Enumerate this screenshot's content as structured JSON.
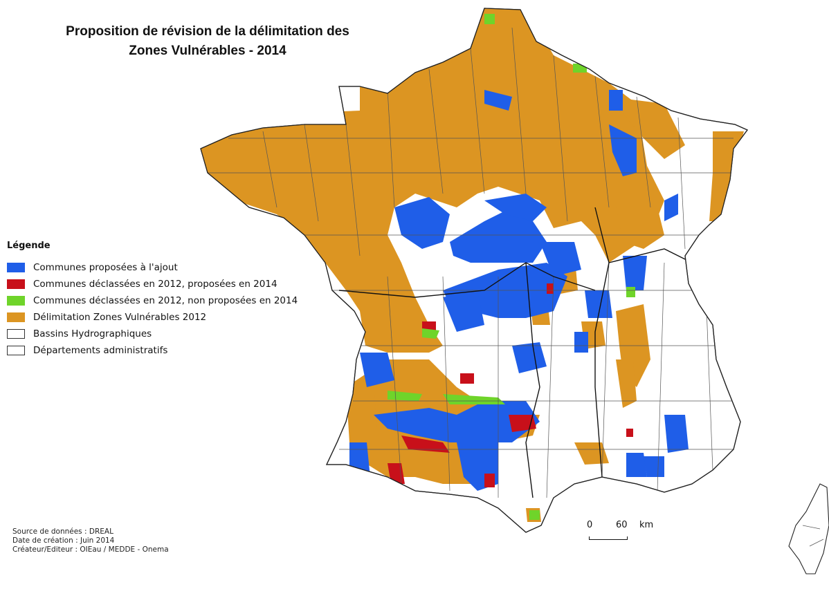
{
  "title": {
    "line1": "Proposition de révision de la délimitation des",
    "line2": "Zones Vulnérables - 2014"
  },
  "legend": {
    "title": "Légende",
    "items": [
      {
        "label": "Communes proposées à l'ajout",
        "color": "#1f5ee8",
        "type": "fill"
      },
      {
        "label": "Communes déclassées en 2012, proposées en 2014",
        "color": "#c8101a",
        "type": "fill"
      },
      {
        "label": "Communes déclassées en 2012, non proposées en 2014",
        "color": "#6fd42a",
        "type": "fill"
      },
      {
        "label": "Délimitation Zones Vulnérables 2012",
        "color": "#dc9522",
        "type": "fill"
      },
      {
        "label": "Bassins Hydrographiques",
        "color": "#ffffff",
        "type": "outline"
      },
      {
        "label": "Départements administratifs",
        "color": "#ffffff",
        "type": "outline"
      }
    ]
  },
  "scale": {
    "zero": "0",
    "value": "60",
    "unit": "km"
  },
  "credits": {
    "source": "Source de données : DREAL",
    "date": "Date de création : Juin 2014",
    "creator": "Créateur/Editeur : OIEau / MEDDE - Onema"
  },
  "colors": {
    "blue": "#1f5ee8",
    "red": "#c8101a",
    "green": "#6fd42a",
    "orange": "#dc9522",
    "outline": "#444444"
  }
}
